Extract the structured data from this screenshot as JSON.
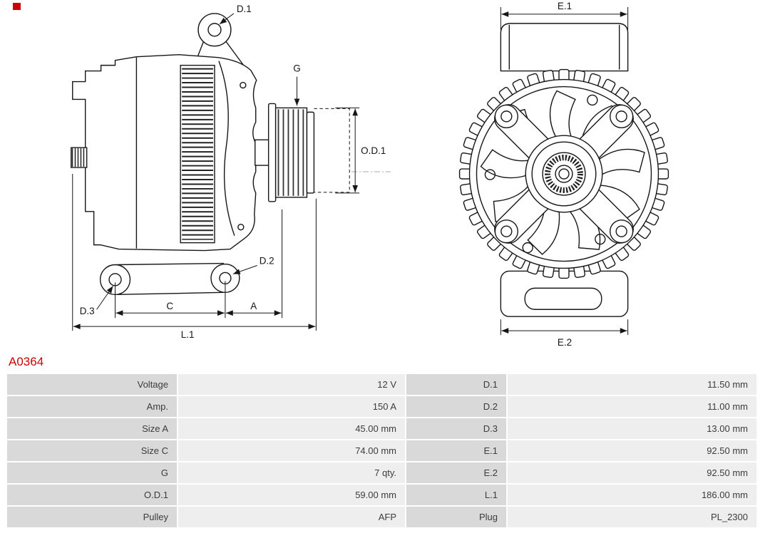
{
  "colors": {
    "accent_red": "#cc0000",
    "line": "#161616",
    "table_label_bg": "#d9d9d9",
    "table_value_bg": "#eeeeee"
  },
  "part": {
    "number": "A0364"
  },
  "diagram": {
    "side_view": {
      "labels": {
        "d1": "D.1",
        "g": "G",
        "od1": "O.D.1",
        "d2": "D.2",
        "d3": "D.3",
        "c": "C",
        "a": "A",
        "l1": "L.1"
      }
    },
    "front_view": {
      "labels": {
        "e1": "E.1",
        "e2": "E.2"
      }
    }
  },
  "spec_table": {
    "rows": [
      {
        "label_left": "Voltage",
        "value_left": "12 V",
        "label_right": "D.1",
        "value_right": "11.50 mm"
      },
      {
        "label_left": "Amp.",
        "value_left": "150 A",
        "label_right": "D.2",
        "value_right": "11.00 mm"
      },
      {
        "label_left": "Size A",
        "value_left": "45.00 mm",
        "label_right": "D.3",
        "value_right": "13.00 mm"
      },
      {
        "label_left": "Size C",
        "value_left": "74.00 mm",
        "label_right": "E.1",
        "value_right": "92.50 mm"
      },
      {
        "label_left": "G",
        "value_left": "7 qty.",
        "label_right": "E.2",
        "value_right": "92.50 mm"
      },
      {
        "label_left": "O.D.1",
        "value_left": "59.00 mm",
        "label_right": "L.1",
        "value_right": "186.00 mm"
      },
      {
        "label_left": "Pulley",
        "value_left": "AFP",
        "label_right": "Plug",
        "value_right": "PL_2300"
      }
    ]
  }
}
